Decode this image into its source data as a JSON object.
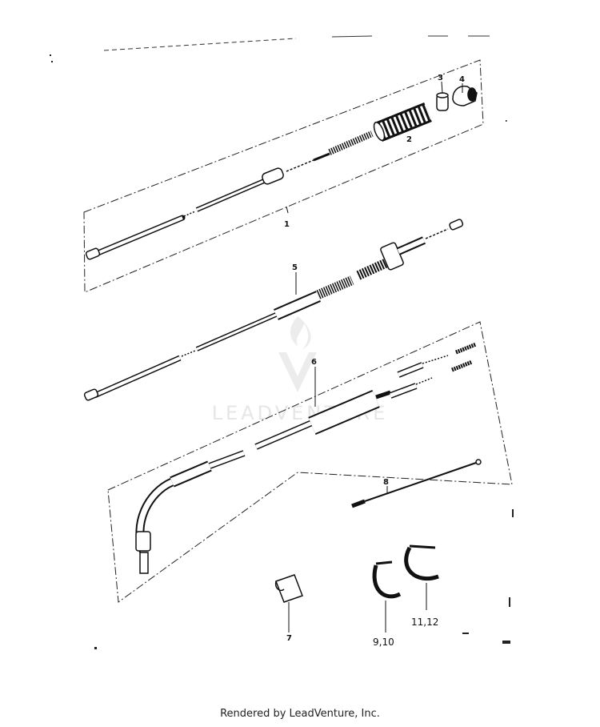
{
  "callouts": {
    "p1": "1",
    "p2": "2",
    "p3": "3",
    "p4": "4",
    "p5": "5",
    "p6": "6",
    "p7": "7",
    "p8": "8",
    "p9_10": "9,10",
    "p11_12": "11,12"
  },
  "watermark": "LEADVENTURE",
  "footer": "Rendered by LeadVenture, Inc."
}
